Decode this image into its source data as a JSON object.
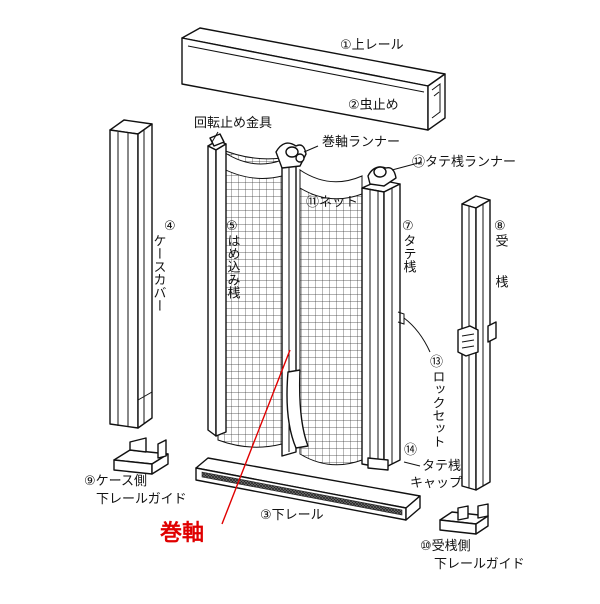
{
  "colors": {
    "ink": "#111111",
    "highlight": "#e00000",
    "mesh": "#333333",
    "brush": "#555555"
  },
  "labels": {
    "top_rail": "①上レール",
    "insect_guard": "②虫止め",
    "rotation_stop": "回転止め金具",
    "shaft_runner": "巻軸ランナー",
    "stile_runner": "⑫タテ桟ランナー",
    "net": "⑪ネット",
    "case_cover_num": "④",
    "case_cover_text": "ケースカバー",
    "inset_stile_num": "⑤",
    "inset_stile_text": "はめ込み桟",
    "vertical_stile_num": "⑦",
    "vertical_stile_text": "タテ桟",
    "receiver_num": "⑧",
    "receiver_text": "受 桟",
    "lock_set_num": "⑬",
    "lock_set_text": "ロックセット",
    "stile_cap_line1": "⑭",
    "stile_cap_line2": "タテ桟",
    "stile_cap_line3": "キャップ",
    "case_guide_line1": "⑨ケース側",
    "case_guide_line2": "下レールガイド",
    "bottom_rail": "③下レール",
    "receiver_guide_line1": "⑩受桟側",
    "receiver_guide_line2": "下レールガイド",
    "winding_shaft": "巻軸"
  }
}
